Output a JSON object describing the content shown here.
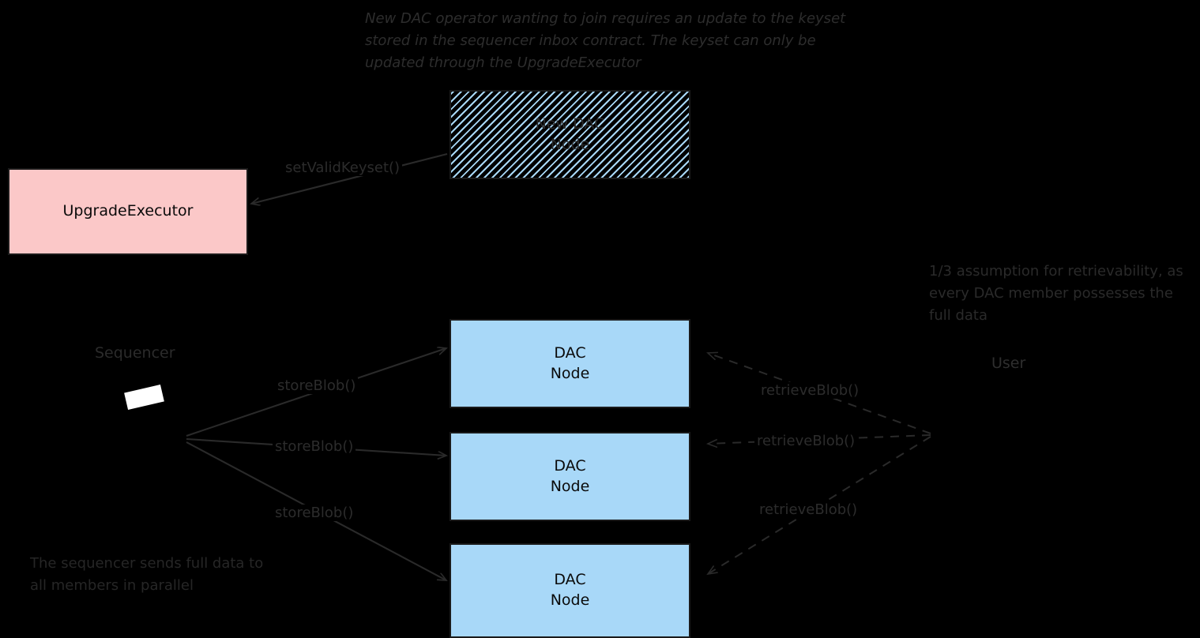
{
  "diagram": {
    "background_color": "#000000",
    "nodes": [
      {
        "id": "upgrade-executor",
        "label": "UpgradeExecutor",
        "fill": "#fbc8c8",
        "stroke": "#1a1a1a"
      },
      {
        "id": "new-dac-node",
        "label": "New DAC\nNode",
        "fill": "#a8d8f8",
        "stroke": "#1c1c1c",
        "style": "diagonal-hatch"
      },
      {
        "id": "dac-node-1",
        "label": "DAC\nNode",
        "fill": "#a8d8f8",
        "stroke": "#1a1a1a"
      },
      {
        "id": "dac-node-2",
        "label": "DAC\nNode",
        "fill": "#a8d8f8",
        "stroke": "#1a1a1a"
      },
      {
        "id": "dac-node-3",
        "label": "DAC\nNode",
        "fill": "#a8d8f8",
        "stroke": "#1a1a1a"
      }
    ],
    "actors": [
      {
        "id": "sequencer",
        "label": "Sequencer"
      },
      {
        "id": "user",
        "label": "User"
      }
    ],
    "edges": [
      {
        "id": "setvalidkeyset",
        "label": "setValidKeyset()",
        "style": "solid",
        "direction": "new-dac-node -> upgrade-executor"
      },
      {
        "id": "storeblob-1",
        "label": "storeBlob()",
        "style": "solid",
        "direction": "sequencer -> dac-node-1"
      },
      {
        "id": "storeblob-2",
        "label": "storeBlob()",
        "style": "solid",
        "direction": "sequencer -> dac-node-2"
      },
      {
        "id": "storeblob-3",
        "label": "storeBlob()",
        "style": "solid",
        "direction": "sequencer -> dac-node-3"
      },
      {
        "id": "retrieveblob-1",
        "label": "retrieveBlob()",
        "style": "dashed",
        "direction": "user -> dac-node-1"
      },
      {
        "id": "retrieveblob-2",
        "label": "retrieveBlob()",
        "style": "dashed",
        "direction": "user -> dac-node-2"
      },
      {
        "id": "retrieveblob-3",
        "label": "retrieveBlob()",
        "style": "dashed",
        "direction": "user -> dac-node-3"
      }
    ],
    "annotations": [
      {
        "id": "keyset-note",
        "text": "New DAC operator wanting to join requires an update to the keyset stored in the sequencer inbox contract. The keyset can only be updated through the UpgradeExecutor"
      },
      {
        "id": "retrievability-note",
        "text": "1/3 assumption for retrievability, as every DAC member possesses the full data"
      },
      {
        "id": "sequencer-note",
        "text": "The sequencer sends full data to all members in parallel"
      }
    ]
  }
}
